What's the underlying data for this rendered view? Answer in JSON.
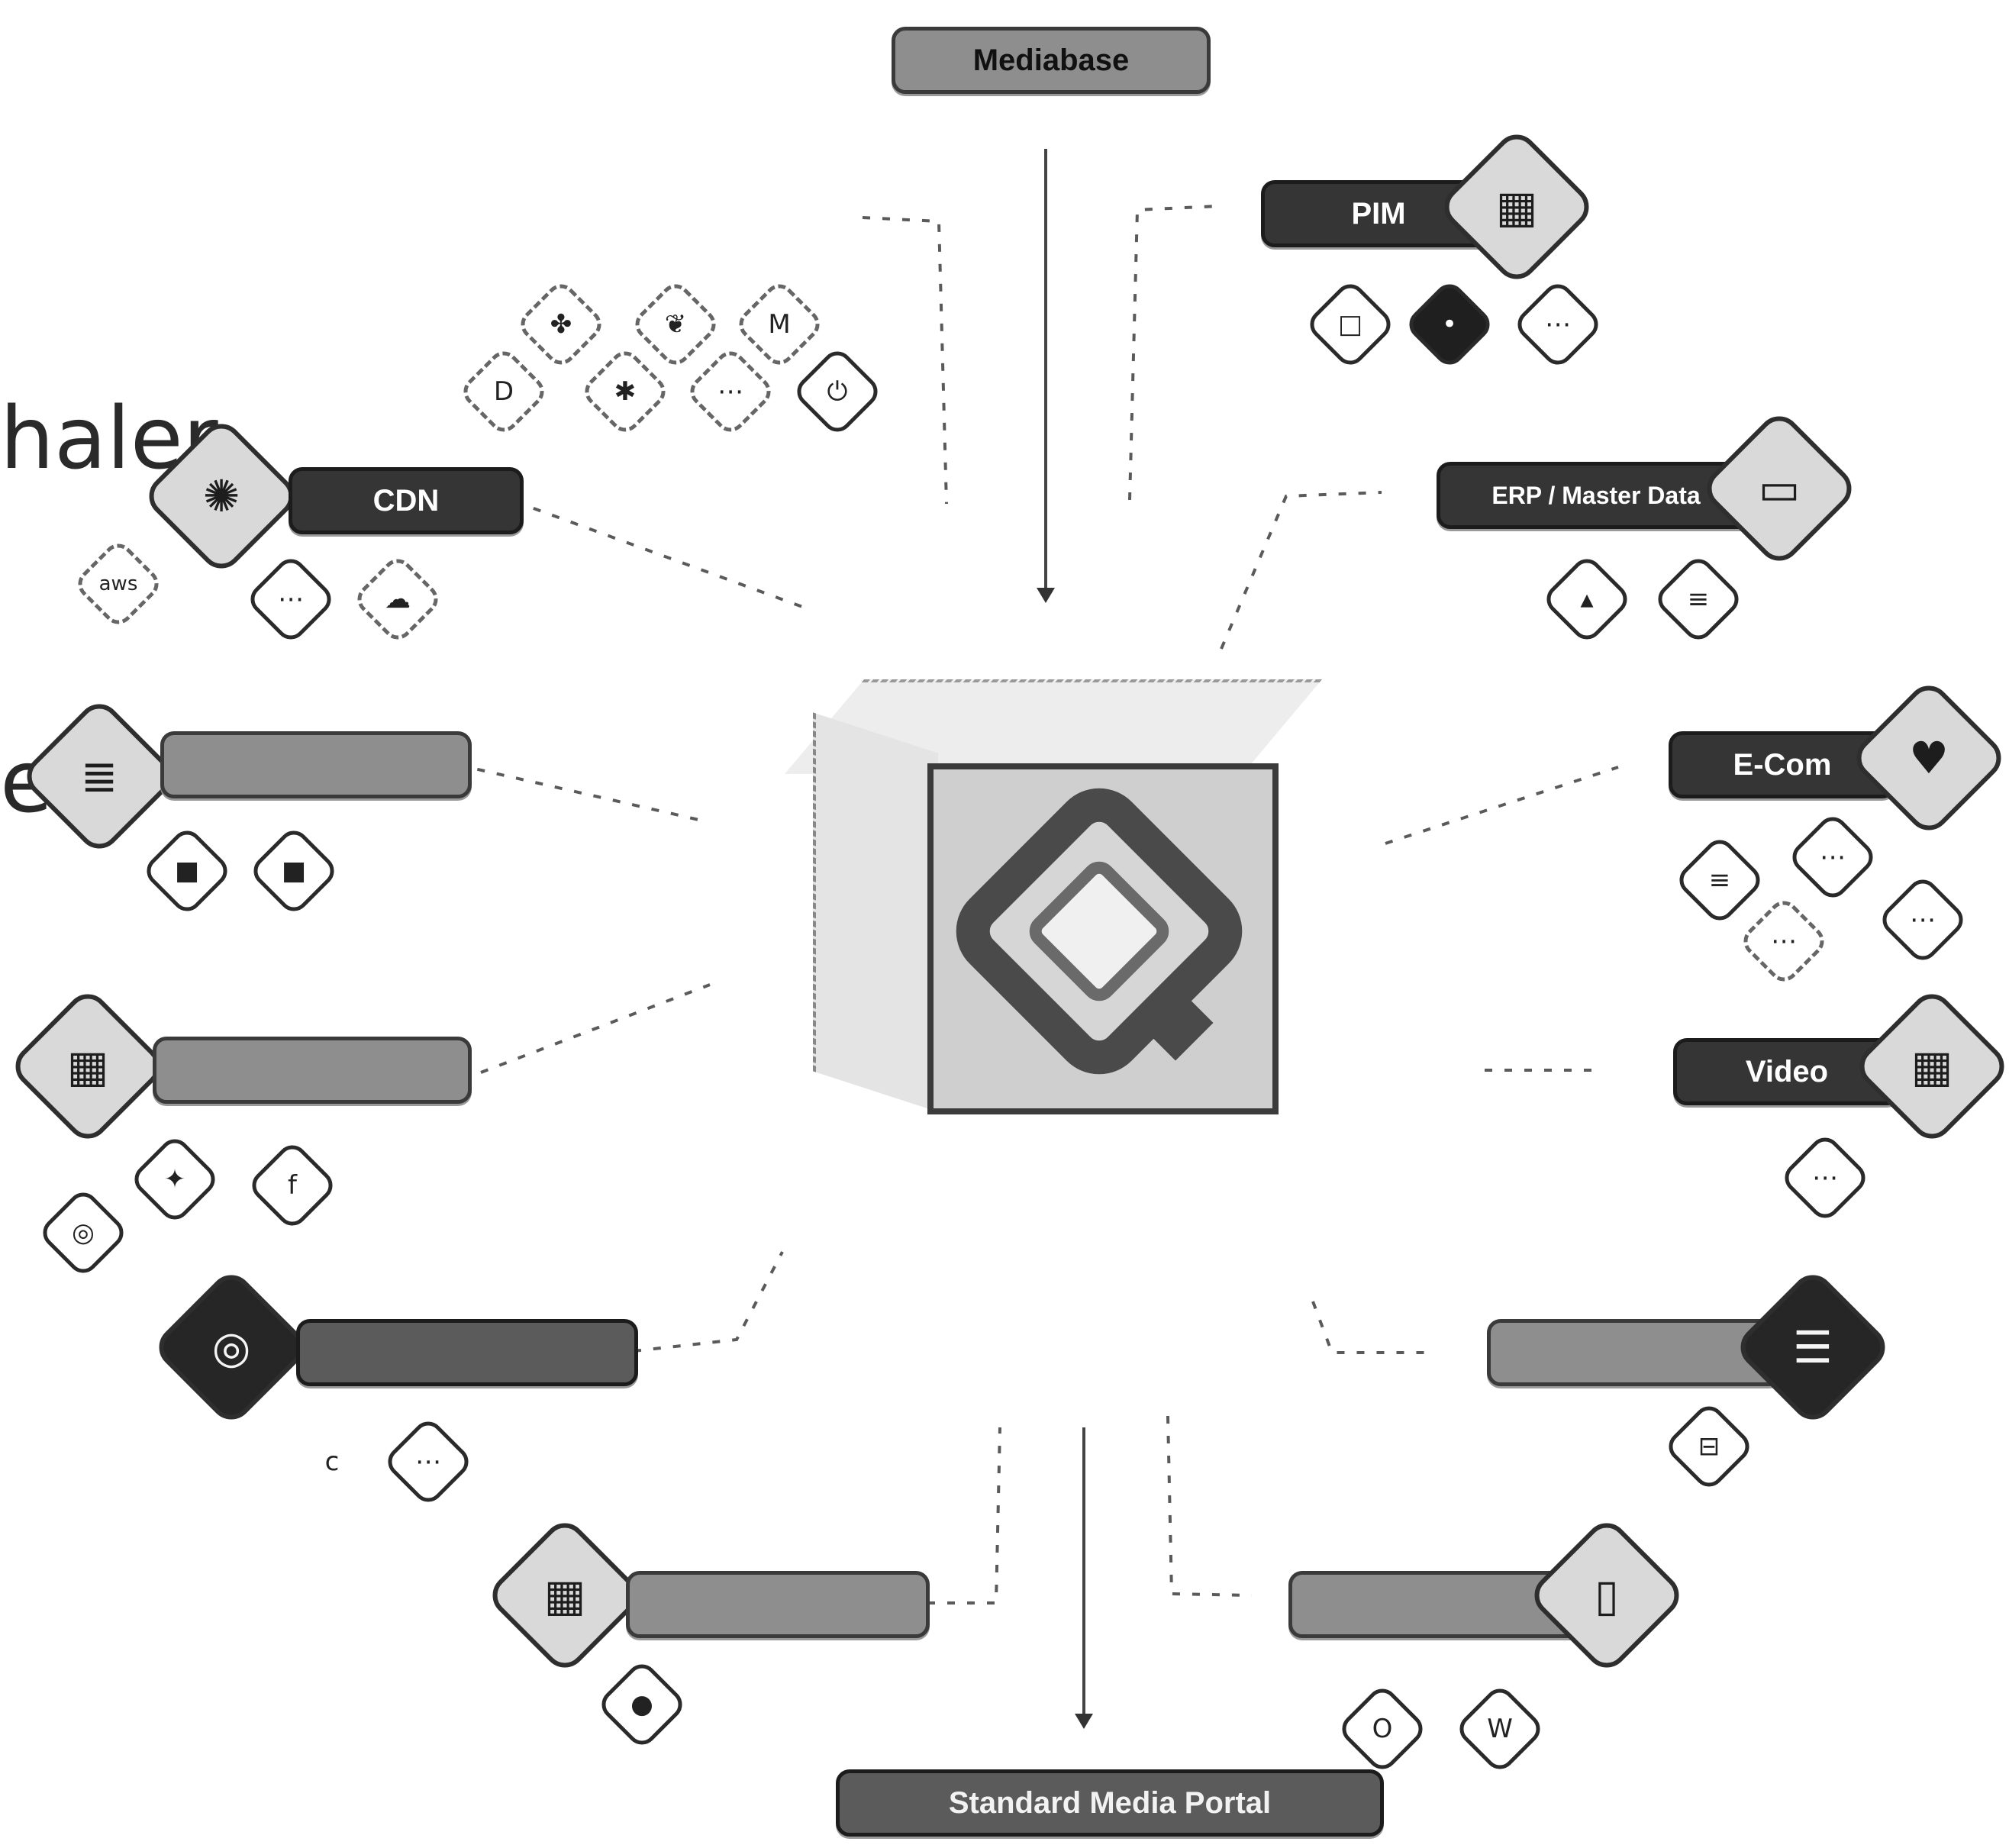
{
  "partial_title": [
    "haler",
    "et"
  ],
  "top_label": "Mediabase",
  "bottom_label": "Standard Media Portal",
  "hub_name": "central-platform",
  "nodes": {
    "pim": {
      "label": "PIM"
    },
    "erp": {
      "label": "ERP / Master Data"
    },
    "ecom": {
      "label": "E-Com"
    },
    "video": {
      "label": "Video"
    },
    "cdn": {
      "label": "CDN"
    }
  },
  "chip_texts": {
    "aws": "aws"
  }
}
